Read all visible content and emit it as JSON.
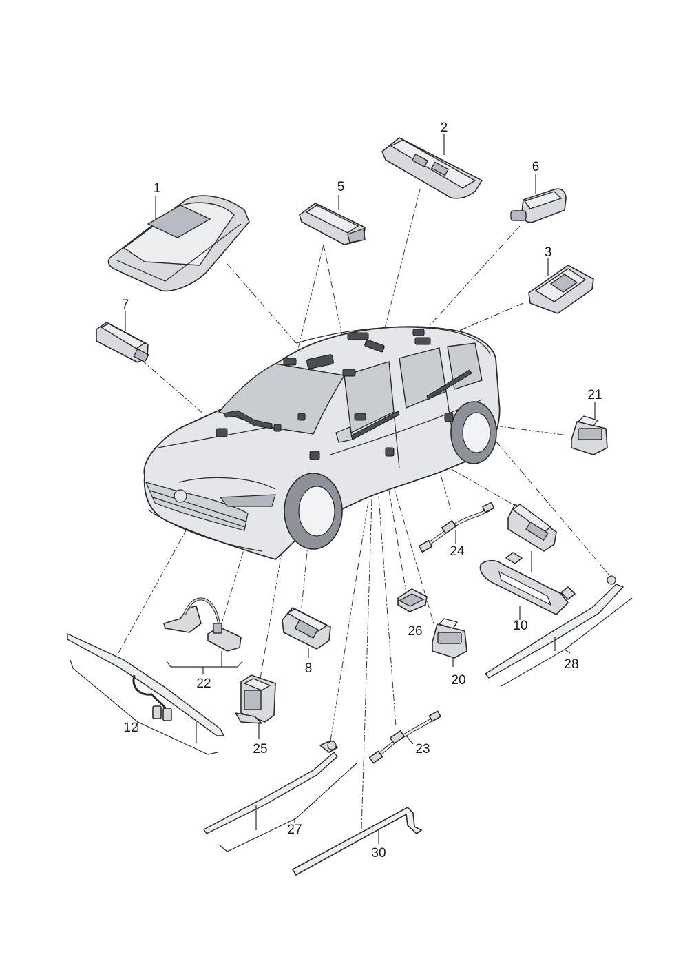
{
  "labels": [
    "1",
    "2",
    "3",
    "5",
    "6",
    "7",
    "8",
    "10",
    "12",
    "20",
    "21",
    "22",
    "23",
    "24",
    "25",
    "26",
    "27",
    "28",
    "30"
  ]
}
